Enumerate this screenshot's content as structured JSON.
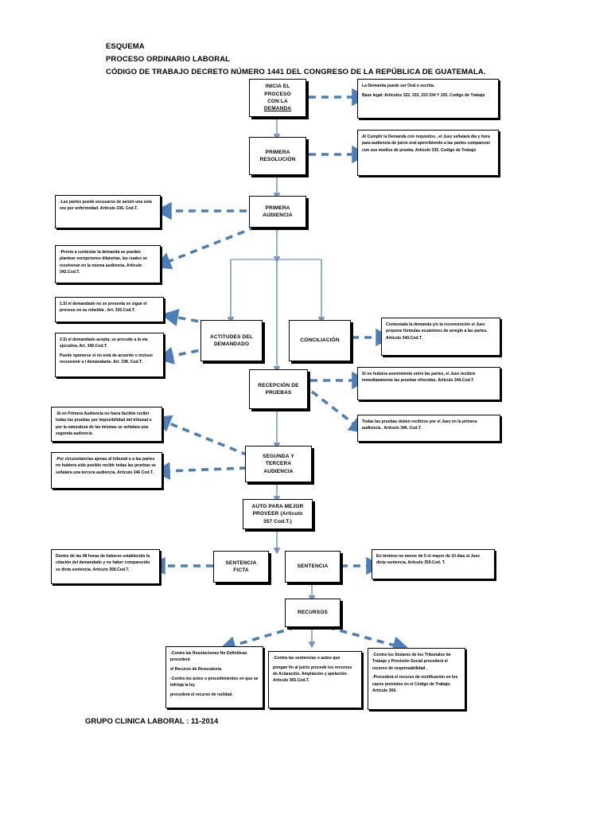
{
  "header": {
    "line1": "ESQUEMA",
    "line2": "PROCESO ORDINARIO LABORAL",
    "line3": "CÓDIGO DE TRABAJO  DECRETO NÚMERO 1441 DEL CONGRESO DE LA REPÚBLICA  DE GUATEMALA."
  },
  "footer": {
    "text": "GRUPO CLINICA LABORAL : 11-2014"
  },
  "colors": {
    "node_border": "#000000",
    "arrow_solid": "#6f95c9",
    "arrow_dashed": "#4a7ebb",
    "background": "#ffffff"
  },
  "nodes": [
    {
      "id": "inicia",
      "line1": "INICIA EL",
      "line2": "PROCESO",
      "line3": "CON LA",
      "line4": "DEMANDA"
    },
    {
      "id": "primera_res",
      "line1": "PRIMERA",
      "line2": "RESOLUCIÓN"
    },
    {
      "id": "primera_aud",
      "line1": "PRIMERA",
      "line2": "AUDIENCIA"
    },
    {
      "id": "actitudes",
      "line1": "ACTITUDES DEL",
      "line2": "DEMANDADO"
    },
    {
      "id": "conciliacion",
      "line1": "CONCILIACIÓN"
    },
    {
      "id": "recepcion",
      "line1": "RECEPCIÓN DE",
      "line2": "PRUEBAS"
    },
    {
      "id": "segunda",
      "line1": "SEGUNDA Y TERCERA",
      "line2": "AUDIENCIA"
    },
    {
      "id": "auto",
      "line1": "AUTO PARA MEJOR",
      "line2": "PROVEER  (Articulo",
      "line3": "357 Cod.T.)"
    },
    {
      "id": "sent_ficta",
      "line1": "SENTENCIA",
      "line2": "FICTA"
    },
    {
      "id": "sentencia",
      "line1": "SENTENCIA"
    },
    {
      "id": "recursos",
      "line1": "RECURSOS"
    }
  ],
  "notes": {
    "demanda": {
      "p1": "La Demanda puede ser Oral o escrita.",
      "p2": "Base legal: Artículos  322, 332, 333 334 Y 335. Codigo de Trabajo"
    },
    "primera_resolucion": {
      "p1": "Al Cumplir la Demanda con requisitos , el Juez señalará dia y hora para audiencia de juicio oral apercibiendo a las partes comparecer con sus medios de prueba. Artículo 335. Codigo de Trabajo"
    },
    "excusa": {
      "p1": "-Las partes puede excusarse de asistir una sola vez por enfermedad. Artículo 336. Cod.T."
    },
    "excepciones": {
      "p1": "-Previo a contestar la demanda se pueden plantear excepciones dilatorias, las cuales se resolveran en la misma audiencia. Articulo 342.Cod.T."
    },
    "rebeldia": {
      "p1": "1.Si el demandado no se presenta se sigue el proceso en su rebeldía . Art. 335.Cod.T."
    },
    "acepta": {
      "p1": "2.Si el demandado acepta, se procede a la vía ejecutiva. Art. 340.Cod.T.",
      "p2": "Puede oponerse si no está de acuerdo o incluso reconvenir a l demandante. Art. 338. Cod.T."
    },
    "conciliacion_nota": {
      "p1": "Contestada la demanda y/o la reconvención el Juez propone fórmulas ecuánimes de arreglo a las partes. Artículo 340.Cod.T."
    },
    "avenimiento": {
      "p1": "Si no hubiera avenimiento entre las partes, el Juez recibirá inmediatamente las pruebas ofrecidas. Artículo 344.Cod.T."
    },
    "pruebas_primera": {
      "p1": "Todas las pruebas deben recibirse por el Juez en la primera audiencia . Artículo 346. Cod.T."
    },
    "segunda_aud": {
      "p1": "-Si en Primera Audiencia no fuera factible recibir todas las pruebas por imposibilidad del tribunal o por la naturaleza de las mismas se señalara una segunda audiencia"
    },
    "tercera_aud": {
      "p1": "-Por circunstancias ajenas al tribunal o a las partes no hubiera sido posible recibir todas las pruebas se señalara una tercera audiencia. Artículo 346 Cod.T."
    },
    "sentencia_ficta": {
      "p1": "Dentro de las 48 horas de haberse establecido la citación del demandado y no haber comparecido se dicta sentencia. Artículo 358.Cod.T."
    },
    "sentencia_plazo": {
      "p1": "En término no menor de 5 ni mayor de 10 días el Juez dicta sentencia. Artículo 359.Cod. T."
    },
    "recurso_revocatoria": {
      "p1": "-Contra las Resoluciones No Definitivas procederá",
      "p2": "el Recurso de Revocatoria.",
      "p3": "-Contra los actos o procedimientos en que se infrinja la ley",
      "p4": "procederá el recurso de nulidad."
    },
    "recurso_apelacion": {
      "p1": "-Contra las sentencias o autos que",
      "p2": "pongan fin al juicio procede los recursos de  Aclaración, Ampliación y apelación. Artículo 365.Cod.T."
    },
    "recurso_responsabilidad": {
      "p1": "-Contra los titulares de los Tribunales de Trabajo y Previsión Social procederá el recurso de responsabilidad .",
      "p2": "-Procederá el recurso de rectificación en los casos previstos  en el Código de Trabajo. Artículo 366."
    }
  }
}
